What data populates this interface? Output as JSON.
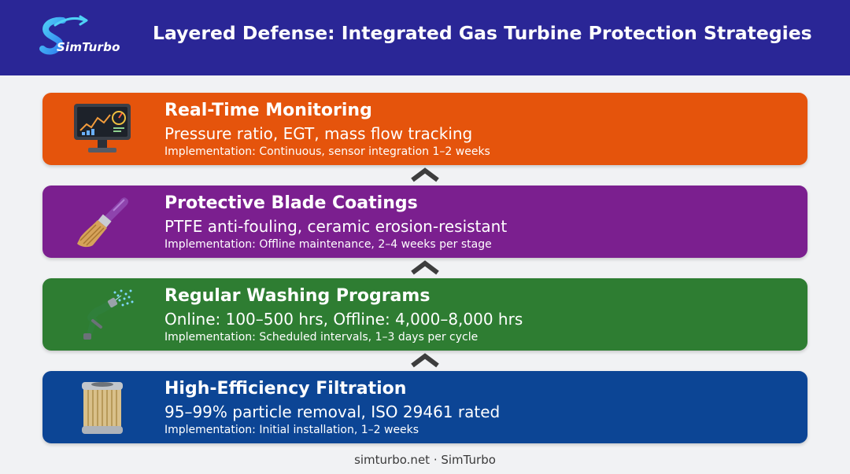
{
  "header": {
    "logo_text": "SimTurbo",
    "title": "Layered Defense: Integrated Gas Turbine Protection Strategies"
  },
  "layers": [
    {
      "title": "Real-Time Monitoring",
      "subtitle": "Pressure ratio, EGT, mass flow tracking",
      "implementation": "Implementation: Continuous, sensor integration 1–2 weeks",
      "color": "#e5540c",
      "icon": "monitor-dashboard-icon"
    },
    {
      "title": "Protective Blade Coatings",
      "subtitle": "PTFE anti-fouling, ceramic erosion-resistant",
      "implementation": "Implementation: Offline maintenance, 2–4 weeks per stage",
      "color": "#7b1f8f",
      "icon": "paint-brush-icon"
    },
    {
      "title": "Regular Washing Programs",
      "subtitle": "Online: 100–500 hrs, Offline: 4,000–8,000 hrs",
      "implementation": "Implementation: Scheduled intervals, 1–3 days per cycle",
      "color": "#2e7d32",
      "icon": "spray-nozzle-icon"
    },
    {
      "title": "High-Efficiency Filtration",
      "subtitle": "95–99% particle removal, ISO 29461 rated",
      "implementation": "Implementation: Initial installation, 1–2 weeks",
      "color": "#0c4595",
      "icon": "air-filter-icon"
    }
  ],
  "footer": {
    "text": "simturbo.net · SimTurbo"
  }
}
